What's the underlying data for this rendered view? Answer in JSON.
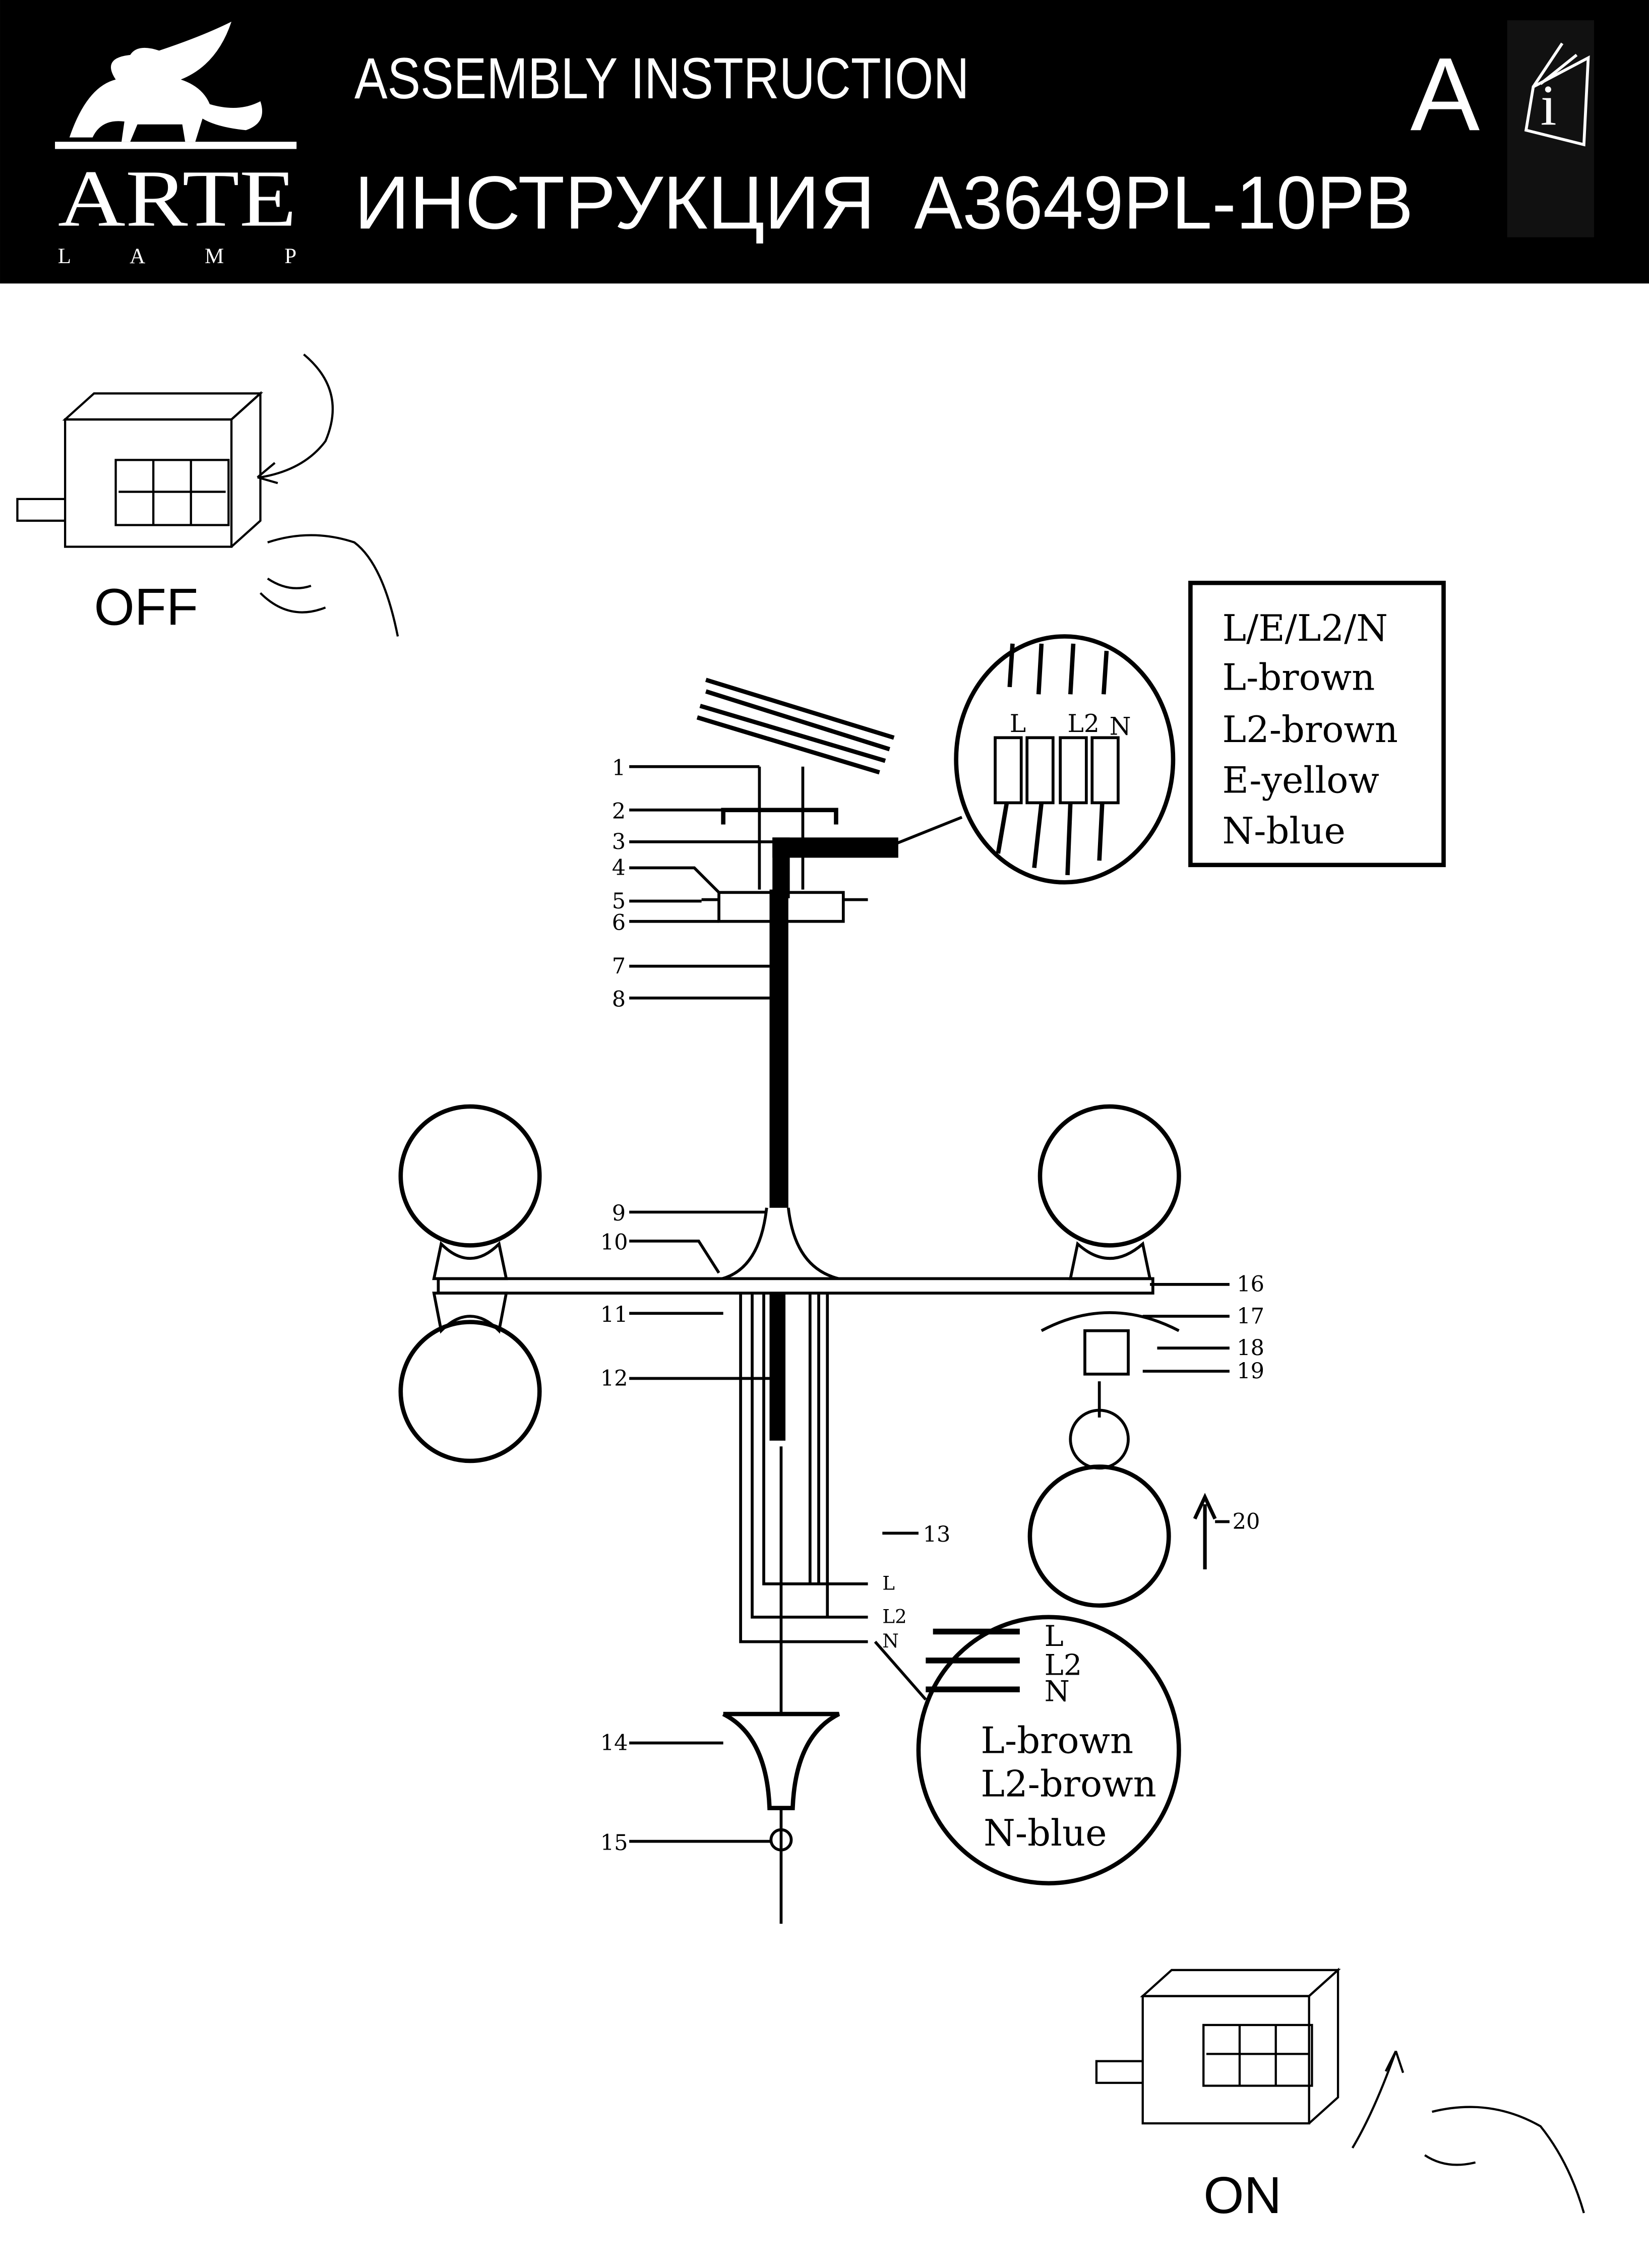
{
  "header": {
    "brand": "ARTE",
    "brand_sub": "L A M P",
    "title_en": "ASSEMBLY INSTRUCTION",
    "title_ru": "ИНСТРУКЦИЯ",
    "model": "A3649PL-10PB",
    "section_letter": "A",
    "info_icon": "manual-info-icon"
  },
  "switches": {
    "off_label": "OFF",
    "on_label": "ON"
  },
  "legend_top": {
    "lines": [
      "L/E/L2/N",
      "L-brown",
      "L2-brown",
      "E-yellow",
      "N-blue"
    ]
  },
  "terminal_block": {
    "labels": [
      "L",
      "L2",
      "N"
    ]
  },
  "wire_labels": [
    "L",
    "L2",
    "N"
  ],
  "legend_bottom": {
    "wires": [
      "L",
      "L2",
      "N"
    ],
    "lines": [
      "L-brown",
      "L2-brown",
      "N-blue"
    ]
  },
  "part_numbers": [
    "1",
    "2",
    "3",
    "4",
    "5",
    "6",
    "7",
    "8",
    "9",
    "10",
    "11",
    "12",
    "13",
    "14",
    "15",
    "16",
    "17",
    "18",
    "19",
    "20"
  ],
  "colors": {
    "ink": "#000000",
    "paper": "#ffffff"
  }
}
